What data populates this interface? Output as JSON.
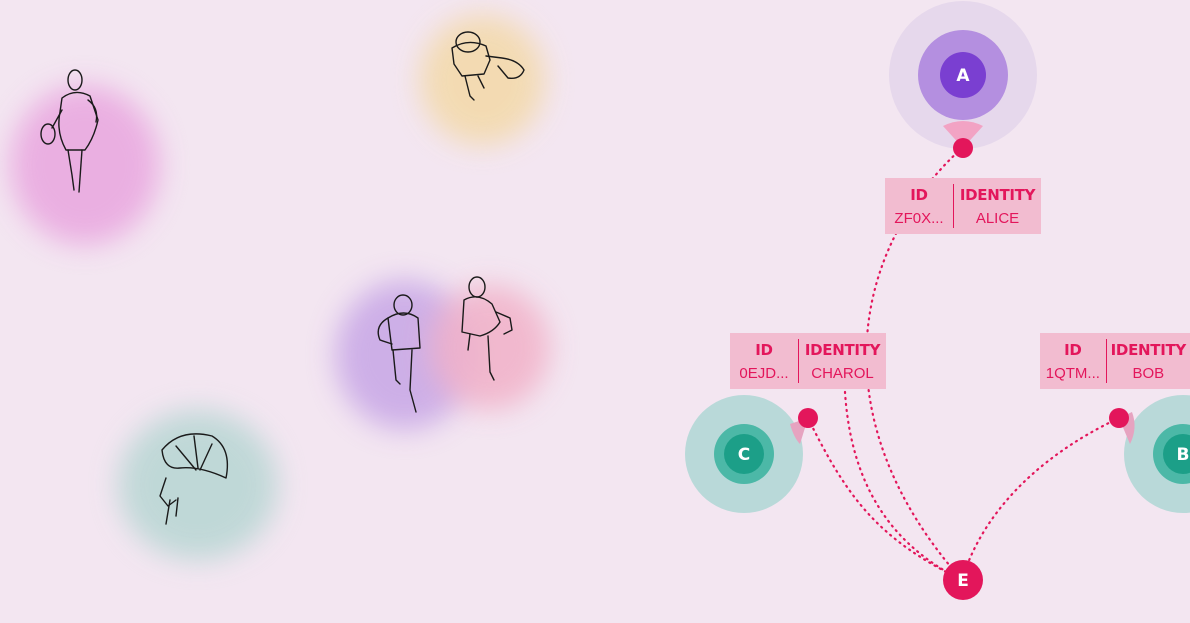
{
  "colors": {
    "background": "#f3e6f1",
    "accent": "#e3165b",
    "card": "#f2bcd0",
    "node_a_outer": "#e6d8ec",
    "node_a_mid": "#b48fe0",
    "node_a_inner": "#7a3fd1",
    "node_teal_outer": "#b9d9d9",
    "node_teal_mid": "#4cb8a7",
    "node_teal_inner": "#1c9f88"
  },
  "people": [
    {
      "name": "walker-pink",
      "blob": "#e9a6df",
      "icon": "person-walking-icon"
    },
    {
      "name": "walker-yellow",
      "blob": "#f3d9a8",
      "icon": "person-with-bag-icon"
    },
    {
      "name": "walker-purple",
      "blob": "#c7a6e6",
      "icon": "person-with-backpack-icon"
    },
    {
      "name": "walker-rose",
      "blob": "#f1b1c8",
      "icon": "person-walking-icon"
    },
    {
      "name": "walker-teal",
      "blob": "#b7d6d3",
      "icon": "person-with-umbrella-icon"
    }
  ],
  "nodes": {
    "a": {
      "label": "A"
    },
    "b": {
      "label": "B"
    },
    "c": {
      "label": "C"
    },
    "e": {
      "label": "E"
    }
  },
  "cards": {
    "alice": {
      "id_header": "ID",
      "identity_header": "IDENTITY",
      "id_value": "ZF0X...",
      "identity_value": "ALICE"
    },
    "charol": {
      "id_header": "ID",
      "identity_header": "IDENTITY",
      "id_value": "0EJD...",
      "identity_value": "CHAROL"
    },
    "bob": {
      "id_header": "ID",
      "identity_header": "IDENTITY",
      "id_value": "1QTM...",
      "identity_value": "BOB"
    }
  }
}
